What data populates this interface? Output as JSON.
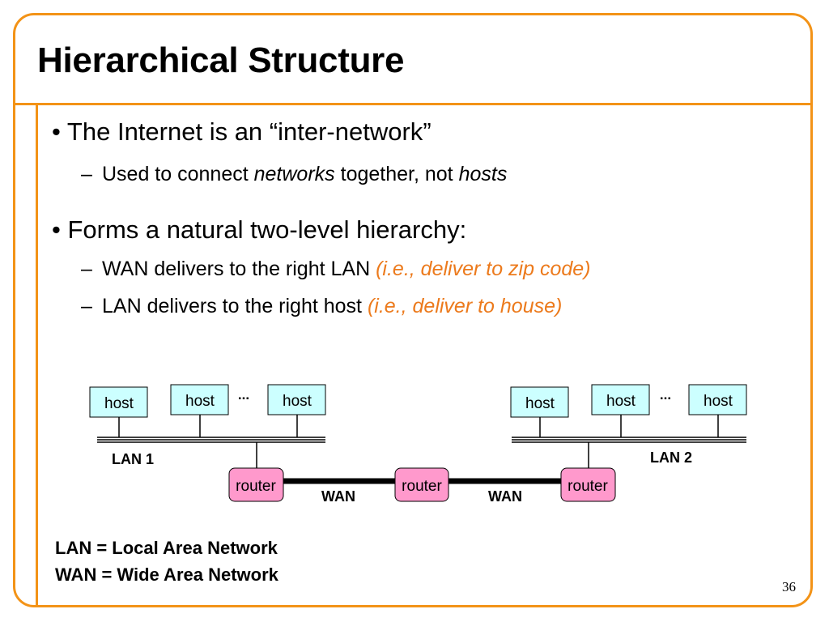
{
  "slide": {
    "title": "Hierarchical Structure",
    "page_number": "36",
    "accent_color": "#F39317",
    "highlight_color": "#EC7A1C"
  },
  "bullets": [
    {
      "marker": "•",
      "pre": "The Internet is an ",
      "quote_open": "“",
      "quoted": "inter-network",
      "quote_close": "”"
    },
    {
      "marker": "•",
      "text": "Forms a natural two-level hierarchy:"
    }
  ],
  "subbullets": [
    {
      "marker": "–",
      "parts": [
        "Used to connect ",
        "networks",
        " together, not ",
        "hosts"
      ]
    },
    {
      "marker": "–",
      "text": "WAN delivers to the right LAN ",
      "highlight": "(i.e., deliver to zip code)"
    },
    {
      "marker": "–",
      "text": "LAN delivers to the right host ",
      "highlight": "(i.e., deliver to house)"
    }
  ],
  "diagram": {
    "host_label": "host",
    "router_label": "router",
    "ellipsis": "...",
    "lan_labels": [
      "LAN 1",
      "LAN 2"
    ],
    "wan_labels": [
      "WAN",
      "WAN"
    ],
    "host_fill": "#CCFFFF",
    "router_fill": "#FF99CC"
  },
  "legend": [
    "LAN = Local Area Network",
    "WAN = Wide Area Network"
  ]
}
